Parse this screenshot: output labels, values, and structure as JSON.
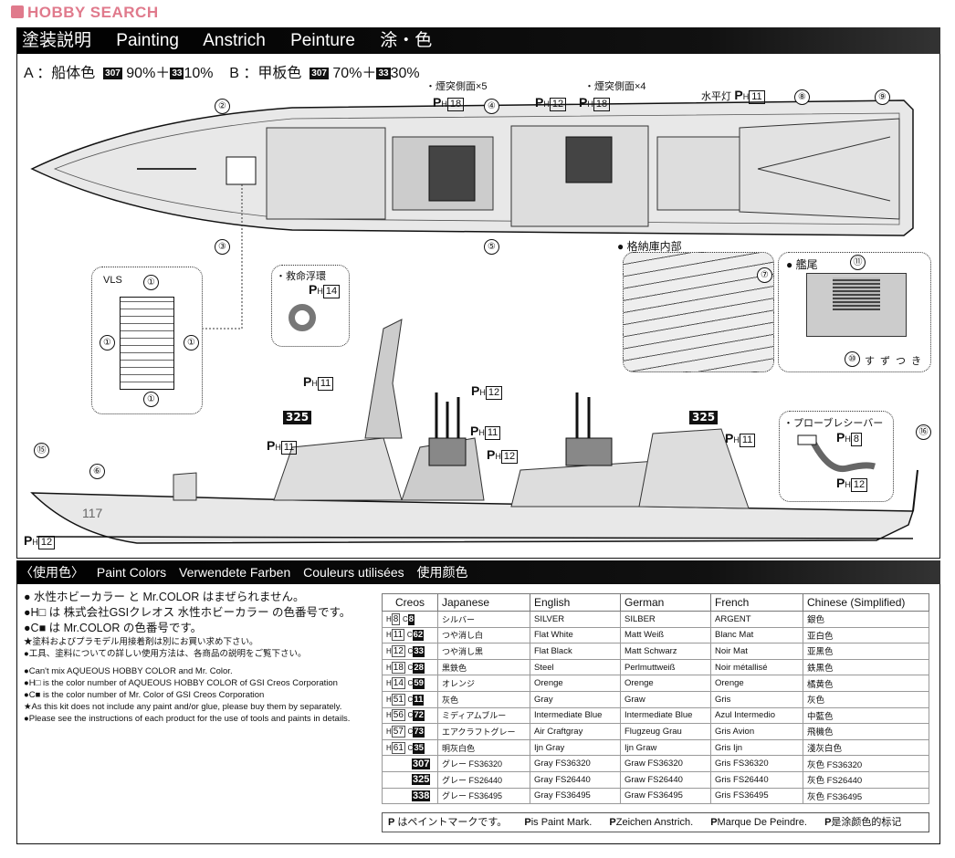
{
  "watermark": "HOBBY SEARCH",
  "header": {
    "titles": [
      "塗装説明",
      "Painting",
      "Anstrich",
      "Peinture",
      "涂・色"
    ]
  },
  "mixes": {
    "a": {
      "label": "A ：船体色",
      "base": "307",
      "base_pct": "90%＋",
      "add": "33",
      "add_pct": "10%"
    },
    "b": {
      "label": "B ：甲板色",
      "base": "307",
      "base_pct": "70%＋",
      "add": "33",
      "add_pct": "30%"
    }
  },
  "callouts": {
    "funnel5": "・煙突側面×5",
    "funnel4": "・煙突側面×4",
    "horizon_light": "水平灯",
    "p": "P",
    "h": "H",
    "ph18a": "18",
    "ph12a": "12",
    "ph18b": "18",
    "ph11a": "11",
    "ph14": "14",
    "side_ph11a": "11",
    "side_ph12a": "12",
    "side_ph11b": "11",
    "side_ph12b": "12",
    "side_ph11c": "11",
    "side_ph11d": "11",
    "side_ph12c": "12",
    "c325a": "325",
    "c325b": "325",
    "n2": "②",
    "n3": "③",
    "n4": "④",
    "n5": "⑤",
    "n6": "⑥",
    "n7": "⑦",
    "n8": "⑧",
    "n9": "⑨",
    "n10": "⑩",
    "n11": "⑪",
    "n15": "⑮",
    "n16": "⑯",
    "n1": "①",
    "vls": "VLS",
    "lifebuoy": "・救命浮環",
    "hangar": "● 格納庫内部",
    "stern": "● 艦尾",
    "stern_name": "すずつき",
    "probe": "・プローブレシーバー",
    "probe_h8": "8",
    "probe_h12": "12",
    "hull_number": "117"
  },
  "section2": {
    "titles": [
      "〈使用色〉",
      "Paint Colors",
      "Verwendete Farben",
      "Couleurs utilisées",
      "使用颜色"
    ]
  },
  "notes": {
    "jp": [
      "● 水性ホビーカラー と Mr.COLOR はまぜられません。",
      "●H□ は 株式会社GSIクレオス 水性ホビーカラー の色番号です。",
      "●C■ は Mr.COLOR の色番号です。"
    ],
    "jp_small": [
      "★塗料およびプラモデル用接着剤は別にお買い求め下さい。",
      "●工具、塗料についての詳しい使用方法は、各商品の説明をご覧下さい。"
    ],
    "en": [
      "●Can't mix AQUEOUS HOBBY COLOR and Mr. Color.",
      "●H□ is the color number of AQUEOUS HOBBY COLOR of GSI Creos Corporation",
      "●C■ is the color number of Mr. Color of GSI Creos Corporation",
      "★As this kit does not include any paint and/or glue, please buy them by separately.",
      "●Please see the instructions of each product for the use of tools and paints in details."
    ]
  },
  "table": {
    "headers": [
      "Creos",
      "Japanese",
      "English",
      "German",
      "French",
      "Chinese (Simplified)"
    ],
    "rows": [
      {
        "h": "8",
        "c": "8",
        "jp": "シルバー",
        "en": "SILVER",
        "de": "SILBER",
        "fr": "ARGENT",
        "zh": "銀色"
      },
      {
        "h": "11",
        "c": "62",
        "jp": "つや消し白",
        "en": "Flat White",
        "de": "Matt Weiß",
        "fr": "Blanc Mat",
        "zh": "亚白色"
      },
      {
        "h": "12",
        "c": "33",
        "jp": "つや消し黒",
        "en": "Flat Black",
        "de": "Matt Schwarz",
        "fr": "Noir Mat",
        "zh": "亚黑色"
      },
      {
        "h": "18",
        "c": "28",
        "jp": "黒鉄色",
        "en": "Steel",
        "de": "Perlmuttweiß",
        "fr": "Noir métallisé",
        "zh": "鉄黒色"
      },
      {
        "h": "14",
        "c": "59",
        "jp": "オレンジ",
        "en": "Orenge",
        "de": "Orenge",
        "fr": "Orenge",
        "zh": "橘黄色"
      },
      {
        "h": "51",
        "c": "11",
        "jp": "灰色",
        "en": "Gray",
        "de": "Graw",
        "fr": "Gris",
        "zh": "灰色"
      },
      {
        "h": "56",
        "c": "72",
        "jp": "ミディアムブルー",
        "en": "Intermediate Blue",
        "de": "Intermediate Blue",
        "fr": "Azul Intermedio",
        "zh": "中藍色"
      },
      {
        "h": "57",
        "c": "73",
        "jp": "エアクラフトグレー",
        "en": "Air Craftgray",
        "de": "Flugzeug Grau",
        "fr": "Gris Avion",
        "zh": "飛機色"
      },
      {
        "h": "61",
        "c": "35",
        "jp": "明灰白色",
        "en": "Ijn Gray",
        "de": "Ijn Graw",
        "fr": "Gris Ijn",
        "zh": "淺灰白色"
      },
      {
        "h": "",
        "c": "307",
        "jp": "グレー FS36320",
        "en": "Gray FS36320",
        "de": "Graw FS36320",
        "fr": "Gris FS36320",
        "zh": "灰色 FS36320"
      },
      {
        "h": "",
        "c": "325",
        "jp": "グレー FS26440",
        "en": "Gray FS26440",
        "de": "Graw FS26440",
        "fr": "Gris FS26440",
        "zh": "灰色 FS26440"
      },
      {
        "h": "",
        "c": "338",
        "jp": "グレー FS36495",
        "en": "Gray FS36495",
        "de": "Graw FS36495",
        "fr": "Gris FS36495",
        "zh": "灰色 FS36495"
      }
    ],
    "prefix_h": "H",
    "prefix_c": "C"
  },
  "footer": [
    "はペイントマークです。",
    "is Paint Mark.",
    "Zeichen Anstrich.",
    "Marque De Peindre.",
    "是涂颜色的标记"
  ],
  "colors": {
    "watermark": "#e07a8c",
    "bar": "#000000",
    "hull": "#e6e6e6"
  }
}
